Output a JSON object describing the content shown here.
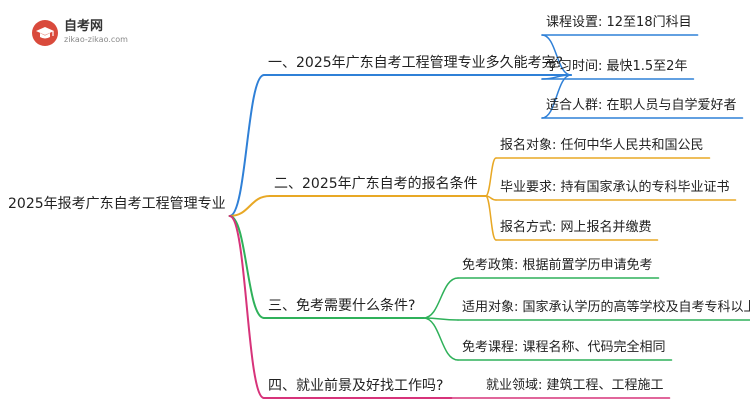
{
  "logo": {
    "name": "自考网",
    "domain": "zikao-zikao.com",
    "icon": "graduation-cap-icon",
    "color": "#d94a3c"
  },
  "mindmap": {
    "root": "2025年报考广东自考工程管理专业",
    "branches": [
      {
        "label": "一、2025年广东自考工程管理专业多久能考完?",
        "color": "#2f80d7",
        "leaves": [
          "课程设置: 12至18门科目",
          "学习时间: 最快1.5至2年",
          "适合人群: 在职人员与自学爱好者"
        ]
      },
      {
        "label": "二、2025年广东自考的报名条件",
        "color": "#e8a825",
        "leaves": [
          "报名对象: 任何中华人民共和国公民",
          "毕业要求: 持有国家承认的专科毕业证书",
          "报名方式: 网上报名并缴费"
        ]
      },
      {
        "label": "三、免考需要什么条件?",
        "color": "#2fb15a",
        "leaves": [
          "免考政策: 根据前置学历申请免考",
          "适用对象: 国家承认学历的高等学校及自考专科以上毕业生",
          "免考课程: 课程名称、代码完全相同"
        ]
      },
      {
        "label": "四、就业前景及好找工作吗?",
        "color": "#d7337a",
        "leaves": [
          "就业领域: 建筑工程、工程施工"
        ]
      }
    ]
  }
}
